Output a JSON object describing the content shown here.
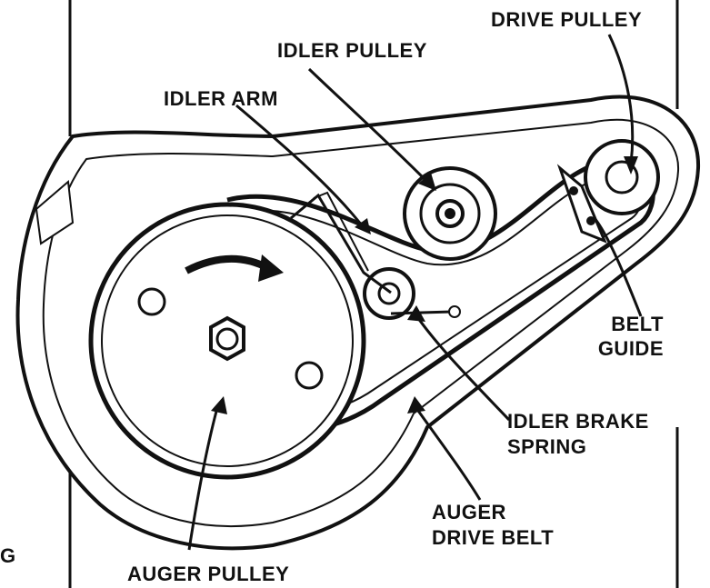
{
  "labels": {
    "drive_pulley": "DRIVE PULLEY",
    "idler_pulley": "IDLER PULLEY",
    "idler_arm": "IDLER ARM",
    "belt_guide_line1": "BELT",
    "belt_guide_line2": "GUIDE",
    "idler_brake_spring_line1": "IDLER BRAKE",
    "idler_brake_spring_line2": "SPRING",
    "auger_drive_belt_line1": "AUGER",
    "auger_drive_belt_line2": "DRIVE BELT",
    "auger_pulley": "AUGER PULLEY",
    "edge_fragment": "G"
  },
  "colors": {
    "ink": "#111111",
    "paper": "#ffffff",
    "shade": "#e9e9e9"
  }
}
